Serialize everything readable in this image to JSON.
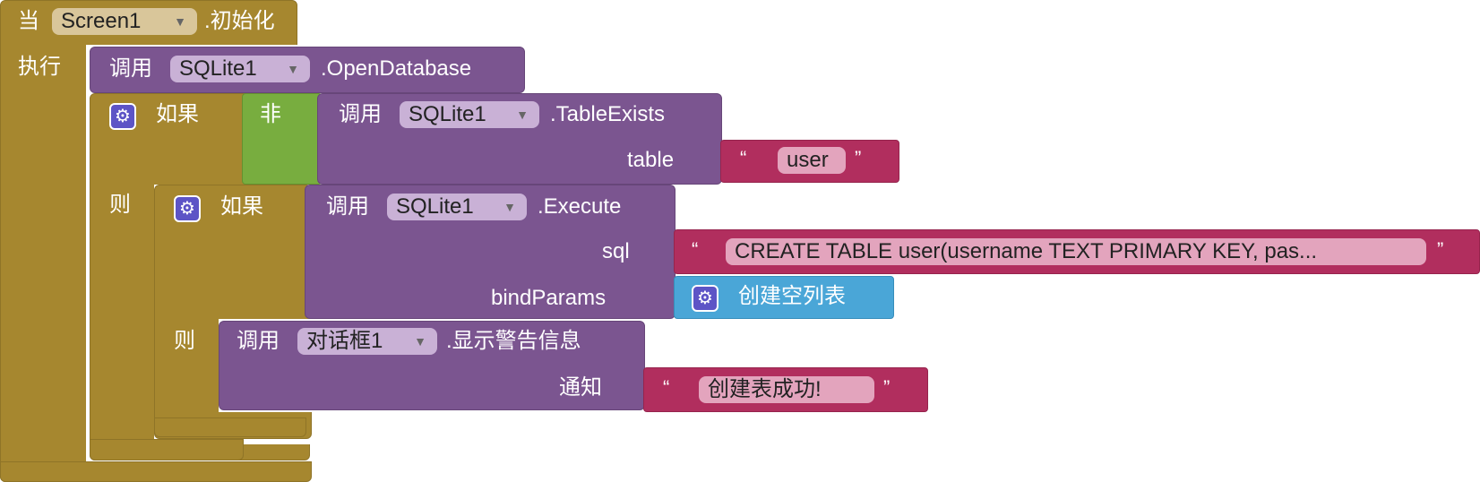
{
  "event_block": {
    "when": "当",
    "component": "Screen1",
    "event": ".初始化",
    "do": "执行"
  },
  "open_db": {
    "call": "调用",
    "component": "SQLite1",
    "method": ".OpenDatabase"
  },
  "if1": {
    "if": "如果",
    "then": "则",
    "not": "非",
    "call": "调用",
    "component": "SQLite1",
    "method": ".TableExists",
    "param_table": "table",
    "table_value": "user",
    "quote_open": "“",
    "quote_close": "”"
  },
  "if2": {
    "if": "如果",
    "then": "则",
    "call": "调用",
    "component": "SQLite1",
    "method": ".Execute",
    "param_sql": "sql",
    "sql_value": "CREATE TABLE user(username TEXT PRIMARY KEY, pas",
    "sql_ellipsis": "...",
    "param_bind": "bindParams",
    "list_block": "创建空列表",
    "quote_open": "“",
    "quote_close": "”"
  },
  "alert": {
    "call": "调用",
    "component": "对话框1",
    "method": ".显示警告信息",
    "param_notice": "通知",
    "notice_value": "创建表成功!",
    "quote_open": "“",
    "quote_close": "”"
  }
}
